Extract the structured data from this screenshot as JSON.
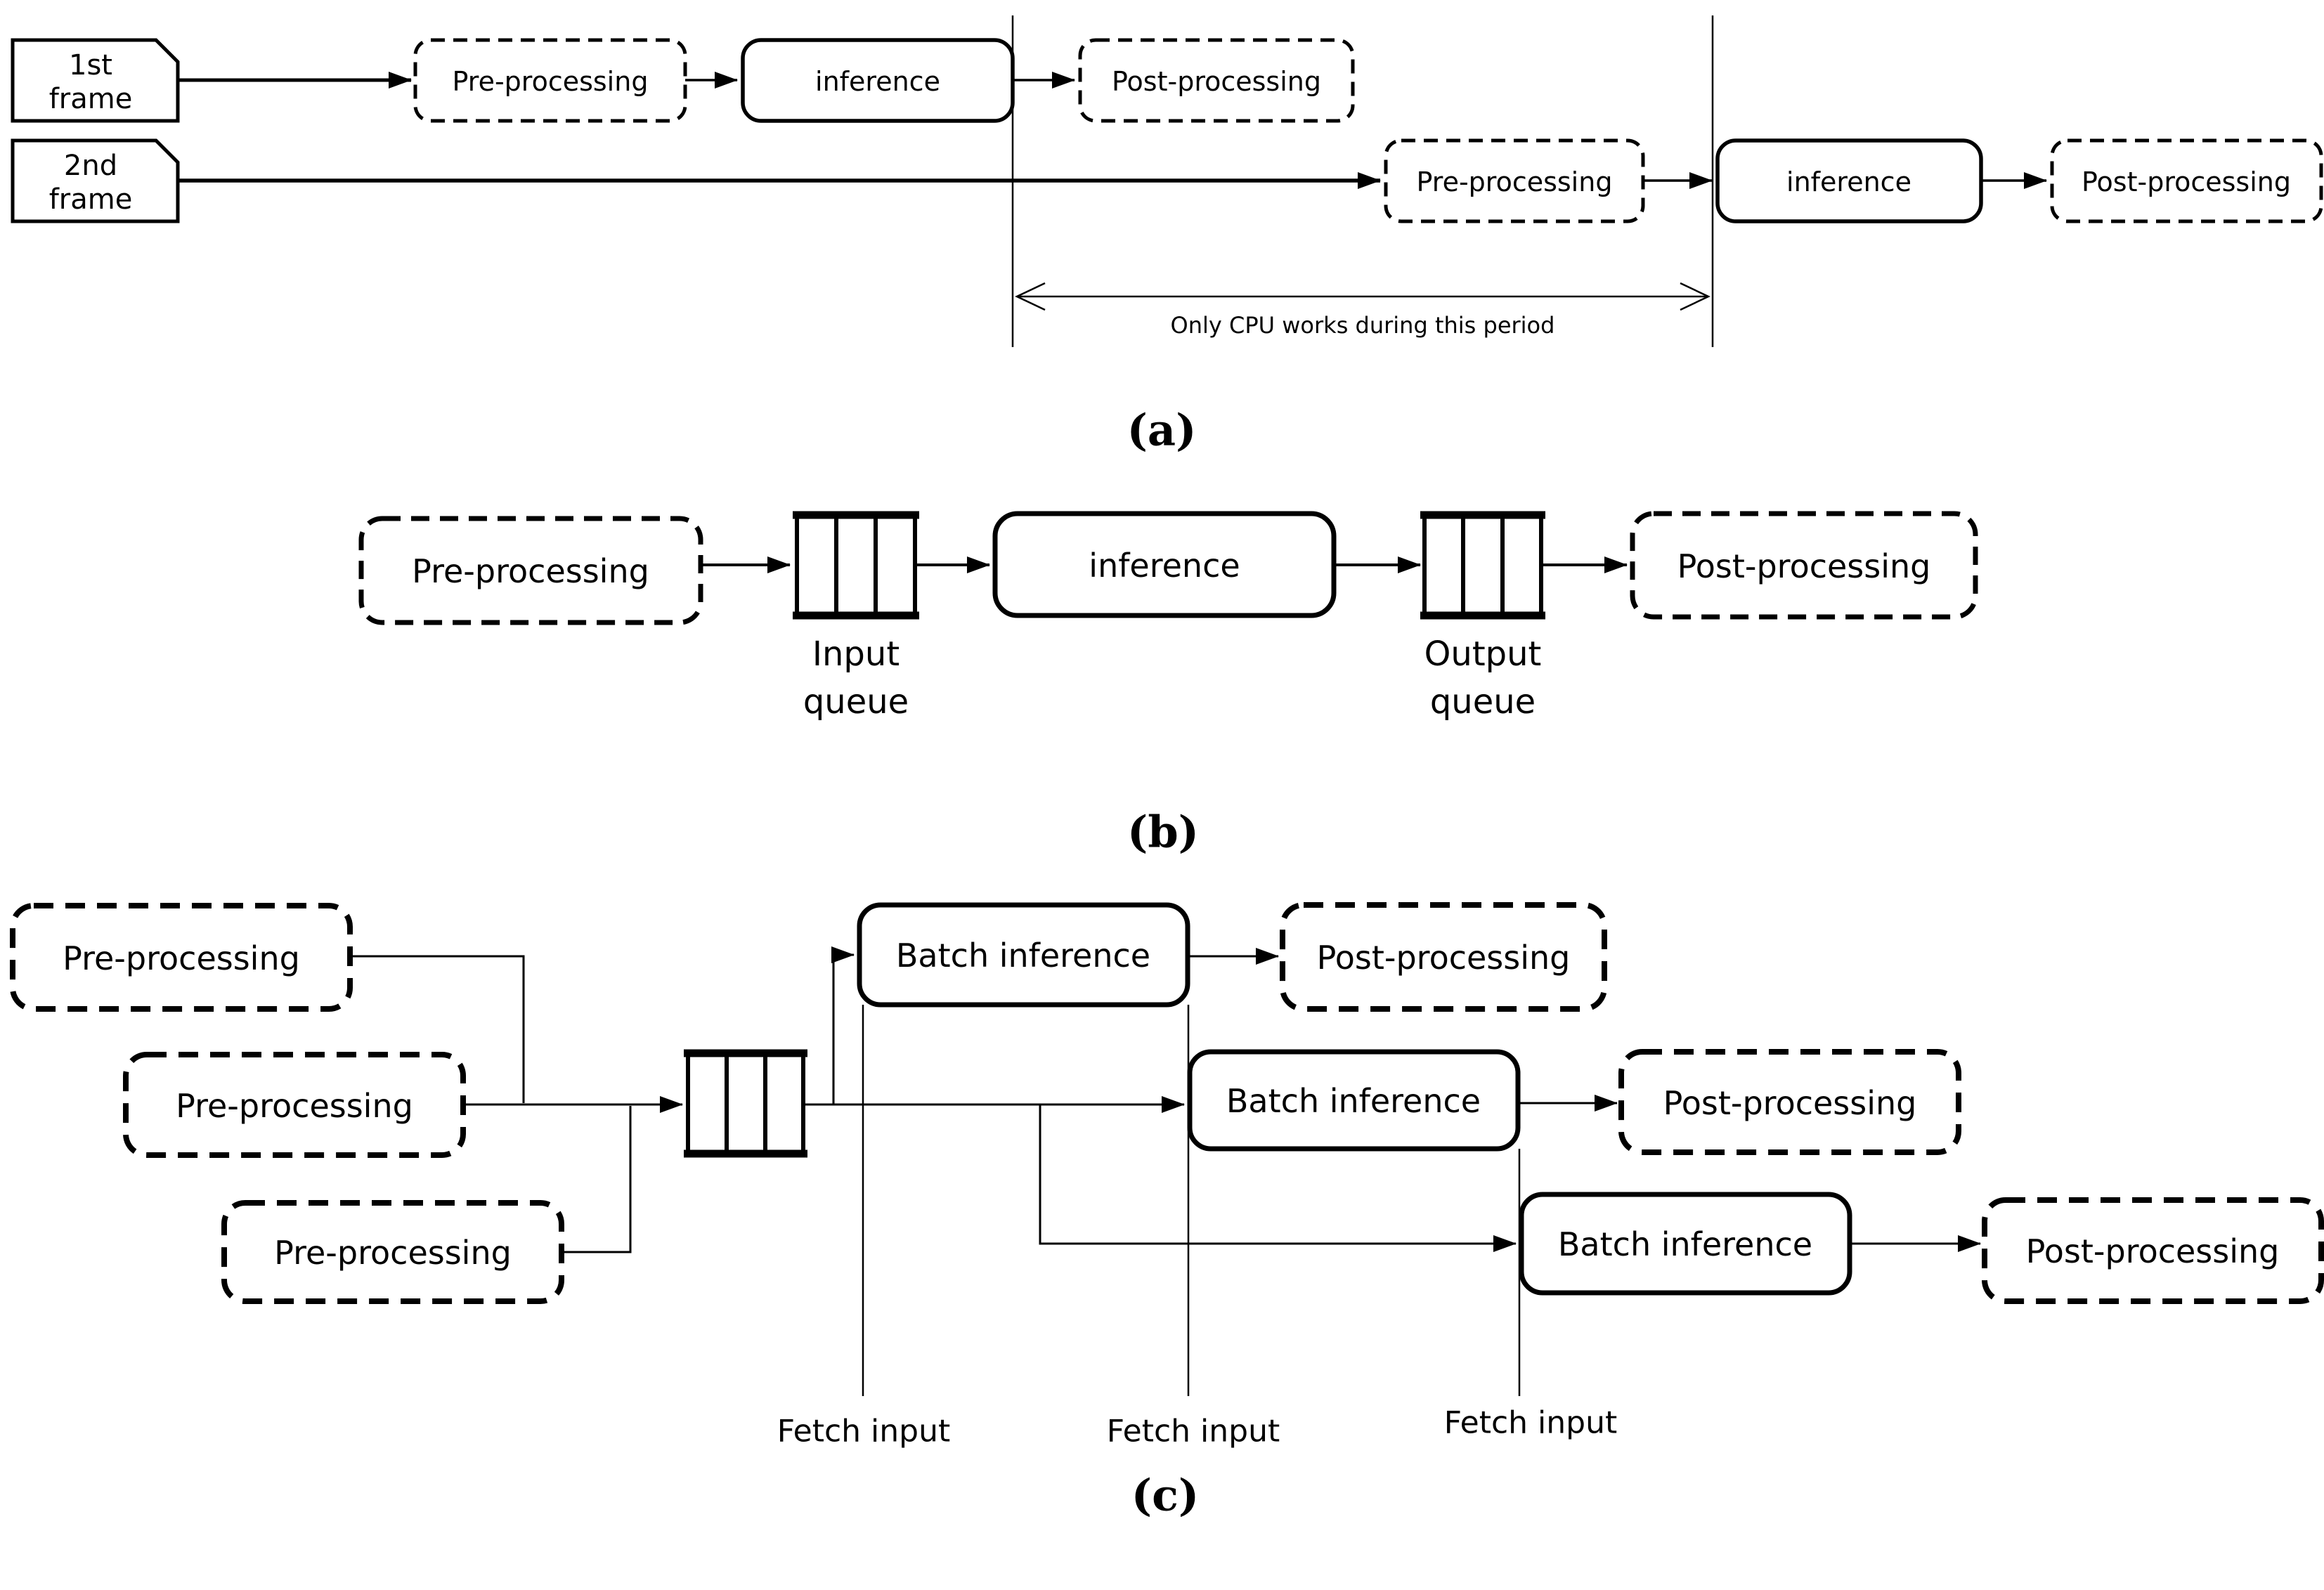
{
  "panel_a": {
    "tag": "(a)",
    "frame1_line1": "1st",
    "frame1_line2": "frame",
    "frame2_line1": "2nd",
    "frame2_line2": "frame",
    "pre1": "Pre-processing",
    "inf1": "inference",
    "post1": "Post-processing",
    "pre2": "Pre-processing",
    "inf2": "inference",
    "post2": "Post-processing",
    "cpu_note": "Only CPU works during this period"
  },
  "panel_b": {
    "tag": "(b)",
    "pre": "Pre-processing",
    "inf": "inference",
    "post": "Post-processing",
    "input_queue_line1": "Input",
    "input_queue_line2": "queue",
    "output_queue_line1": "Output",
    "output_queue_line2": "queue"
  },
  "panel_c": {
    "tag": "(c)",
    "pre1": "Pre-processing",
    "pre2": "Pre-processing",
    "pre3": "Pre-processing",
    "batch1": "Batch inference",
    "batch2": "Batch inference",
    "batch3": "Batch inference",
    "post1": "Post-processing",
    "post2": "Post-processing",
    "post3": "Post-processing",
    "fetch1": "Fetch input",
    "fetch2": "Fetch input",
    "fetch3": "Fetch input"
  },
  "colors": {
    "ink": "#000000",
    "background": "#ffffff"
  }
}
